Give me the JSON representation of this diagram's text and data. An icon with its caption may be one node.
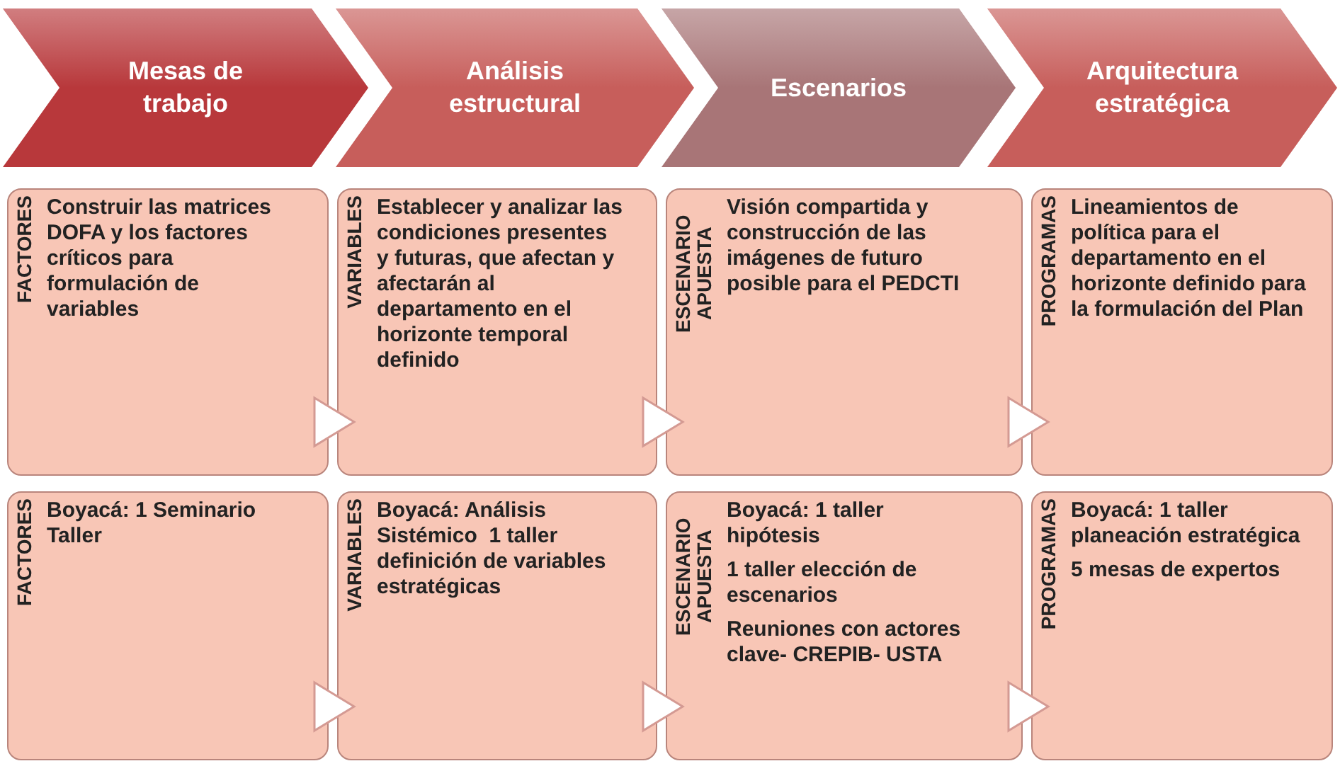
{
  "diagram": {
    "nodes": [
      {
        "text": [
          "Mesas de trabajo"
        ]
      },
      {
        "text": [
          "Análisis estructural"
        ]
      },
      {
        "text": [
          "Escenarios"
        ]
      },
      {
        "text": [
          "Arquitectura estratégica"
        ]
      },
      {
        "text": [
          "FACTORES",
          "Construir las matrices DOFA y los factores críticos para formulación de variables"
        ]
      },
      {
        "text": [
          "VARIABLES",
          "Establecer y analizar las condiciones presentes y futuras, que afectan y afectarán al departamento en el horizonte temporal definido"
        ]
      },
      {
        "text": [
          "ESCENARIO APUESTA",
          "Visión compartida y construcción de las imágenes de futuro posible para el PEDCTI"
        ]
      },
      {
        "text": [
          "PROGRAMAS",
          "Lineamientos de política para el departamento en el horizonte definido para la formulación del Plan"
        ]
      },
      {
        "text": [
          "FACTORES",
          "Boyacá: 1 Seminario Taller"
        ]
      },
      {
        "text": [
          "VARIABLES",
          "Boyacá: Análisis Sistémico  1 taller definición de variables estratégicas"
        ]
      },
      {
        "text": [
          "ESCENARIO APUESTA",
          "Boyacá: 1 taller hipótesis",
          "1 taller elección de escenarios",
          "Reuniones con actores clave- CREPIB- USTA"
        ]
      },
      {
        "text": [
          "PROGRAMAS",
          "Boyacá: 1 taller planeación estratégica",
          "5 mesas de expertos"
        ]
      }
    ],
    "edges": [
      {
        "from": 4,
        "to": 5,
        "arrow": "to"
      },
      {
        "from": 5,
        "to": 6,
        "arrow": "to"
      },
      {
        "from": 6,
        "to": 7,
        "arrow": "to"
      },
      {
        "from": 8,
        "to": 9,
        "arrow": "to"
      },
      {
        "from": 9,
        "to": 10,
        "arrow": "to"
      },
      {
        "from": 10,
        "to": 11,
        "arrow": "to"
      }
    ]
  }
}
